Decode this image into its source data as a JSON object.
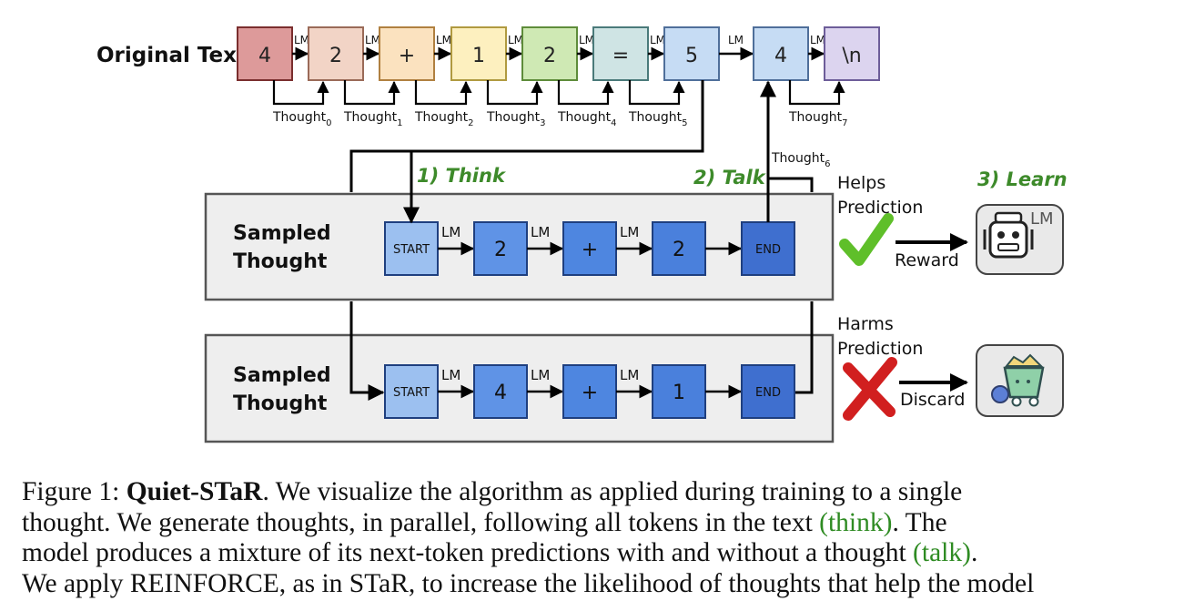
{
  "figure": {
    "original_text_label": "Original Text",
    "lm_label": "LM",
    "tokens": [
      {
        "text": "4",
        "fill": "#dd9a9a",
        "stroke": "#7a2e2e"
      },
      {
        "text": "2",
        "fill": "#f2d4c6",
        "stroke": "#9a6a58"
      },
      {
        "text": "+",
        "fill": "#fbe2bf",
        "stroke": "#b08040"
      },
      {
        "text": "1",
        "fill": "#fdf0bf",
        "stroke": "#b09a40"
      },
      {
        "text": "2",
        "fill": "#cfe9b4",
        "stroke": "#5e8c3a"
      },
      {
        "text": "=",
        "fill": "#cfe4e4",
        "stroke": "#4a7a7a"
      },
      {
        "text": "5",
        "fill": "#c6dcf4",
        "stroke": "#4f6f9a"
      },
      {
        "text": "4",
        "fill": "#c6dcf4",
        "stroke": "#4f6f9a"
      },
      {
        "text": "\\n",
        "fill": "#dcd4ef",
        "stroke": "#6d5d99"
      }
    ],
    "thoughts_top": [
      {
        "base": "Thought",
        "sub": "0"
      },
      {
        "base": "Thought",
        "sub": "1"
      },
      {
        "base": "Thought",
        "sub": "2"
      },
      {
        "base": "Thought",
        "sub": "3"
      },
      {
        "base": "Thought",
        "sub": "4"
      },
      {
        "base": "Thought",
        "sub": "5"
      },
      {
        "base": "Thought",
        "sub": "7"
      }
    ],
    "thought6": {
      "base": "Thought",
      "sub": "6"
    },
    "step_think": "1) Think",
    "step_talk": "2) Talk",
    "step_learn": "3) Learn",
    "sampled_line1": "Sampled",
    "sampled_line2": "Thought",
    "start_label": "START",
    "end_label": "END",
    "thought_a_tokens": [
      "2",
      "+",
      "2"
    ],
    "thought_b_tokens": [
      "4",
      "+",
      "1"
    ],
    "helps_line1": "Helps",
    "helps_line2": "Prediction",
    "harms_line1": "Harms",
    "harms_line2": "Prediction",
    "reward_label": "Reward",
    "discard_label": "Discard",
    "robot_lm_label": "LM",
    "colors": {
      "green": "#3d8a2a",
      "check": "#5fbf2a",
      "cross": "#d11f1f",
      "panel": "#eeeeee"
    }
  },
  "caption": {
    "figure_label": "Figure 1: ",
    "title": "Quiet-STaR",
    "line1_rest": ". We visualize the algorithm as applied during training to a single",
    "line2_a": "thought. We generate thoughts, in parallel, following all tokens in the text ",
    "line2_green": "(think)",
    "line2_b": ". The",
    "line3_a": "model produces a mixture of its next-token predictions with and without a thought ",
    "line3_green": "(talk)",
    "line3_b": ".",
    "line4": "We apply REINFORCE, as in STaR, to increase the likelihood of thoughts that help the model"
  }
}
